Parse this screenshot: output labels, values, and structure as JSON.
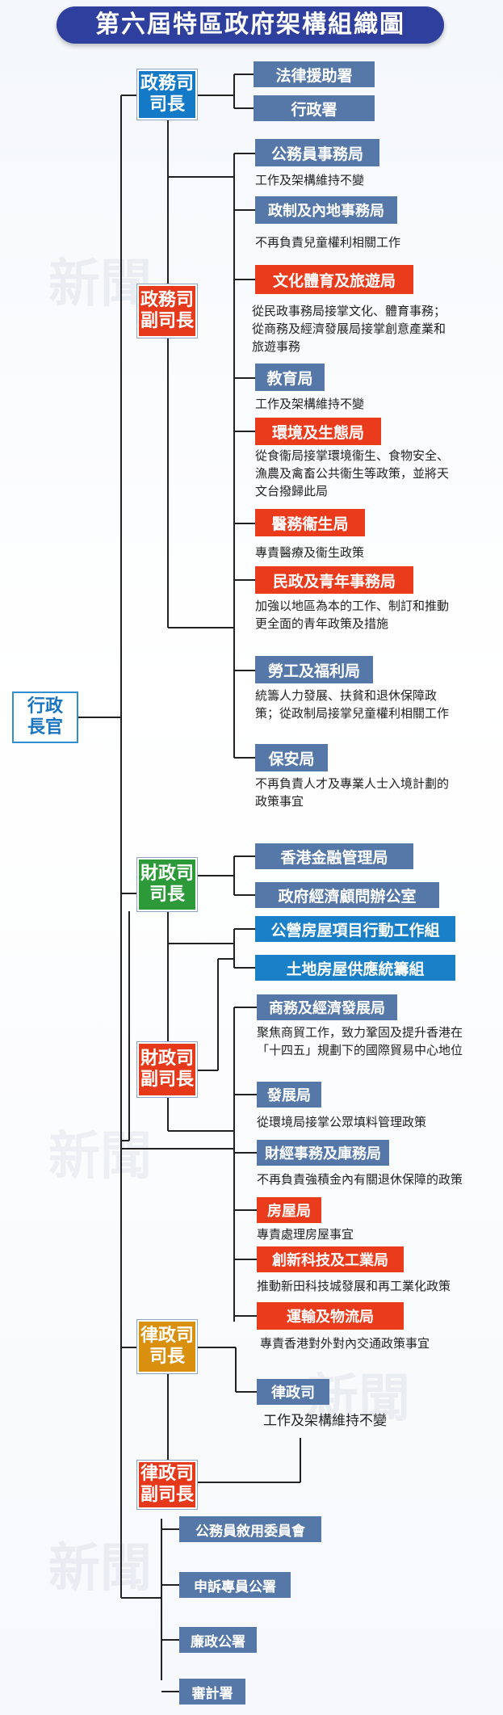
{
  "title": "第六屆特區政府架構組織圖",
  "watermark": "新聞",
  "ceo": "行政長官",
  "cs": {
    "chief": "政務司司長",
    "deputy": "政務司副司長"
  },
  "cs_direct": [
    "法律援助署",
    "行政署"
  ],
  "cs_bureaus": [
    {
      "name": "公務員事務局",
      "desc": "工作及架構維持不變"
    },
    {
      "name": "政制及內地事務局",
      "desc": "不再負責兒童權利相關工作"
    },
    {
      "name": "文化體育及旅遊局",
      "desc": "從民政事務局接掌文化、體育事務；從商務及經濟發展局接掌創意產業和旅遊事務"
    },
    {
      "name": "教育局",
      "desc": "工作及架構維持不變"
    },
    {
      "name": "環境及生態局",
      "desc": "從食衞局接掌環境衞生、食物安全、漁農及禽畜公共衞生等政策，並將天文台撥歸此局"
    },
    {
      "name": "醫務衞生局",
      "desc": "專責醫療及衞生政策"
    },
    {
      "name": "民政及青年事務局",
      "desc": "加強以地區為本的工作、制訂和推動更全面的青年政策及措施"
    },
    {
      "name": "勞工及福利局",
      "desc": "統籌人力發展、扶貧和退休保障政策；從政制局接掌兒童權利相關工作"
    },
    {
      "name": "保安局",
      "desc": "不再負責人才及專業人士入境計劃的政策事宜"
    }
  ],
  "fs": {
    "chief": "財政司司長",
    "deputy": "財政司副司長"
  },
  "fs_direct": [
    "香港金融管理局",
    "政府經濟顧問辦公室"
  ],
  "fs_groups": [
    "公營房屋項目行動工作組",
    "土地房屋供應統籌組"
  ],
  "fs_bureaus": [
    {
      "name": "商務及經濟發展局",
      "desc": "聚焦商貿工作，致力鞏固及提升香港在「十四五」規劃下的國際貿易中心地位"
    },
    {
      "name": "發展局",
      "desc": "從環境局接掌公眾填料管理政策"
    },
    {
      "name": "財經事務及庫務局",
      "desc": "不再負責強積金內有關退休保障的政策"
    },
    {
      "name": "房屋局",
      "desc": "專責處理房屋事宜"
    },
    {
      "name": "創新科技及工業局",
      "desc": "推動新田科技城發展和再工業化政策"
    },
    {
      "name": "運輸及物流局",
      "desc": "專責香港對外對內交通政策事宜"
    }
  ],
  "sj": {
    "chief": "律政司司長",
    "deputy": "律政司副司長"
  },
  "sj_dept": {
    "name": "律政司",
    "desc": "工作及架構維持不變"
  },
  "independent": [
    "公務員敘用委員會",
    "申訴專員公署",
    "廉政公署",
    "審計署"
  ],
  "colors": {
    "title_bg": "#2f3f9e",
    "unchanged": "#5678a8",
    "group": "#1a80c8",
    "changed": "#ea3b1c",
    "cs_chief": "#1479c6",
    "fs_chief": "#2d9a3a",
    "sj_chief": "#d9900f"
  }
}
